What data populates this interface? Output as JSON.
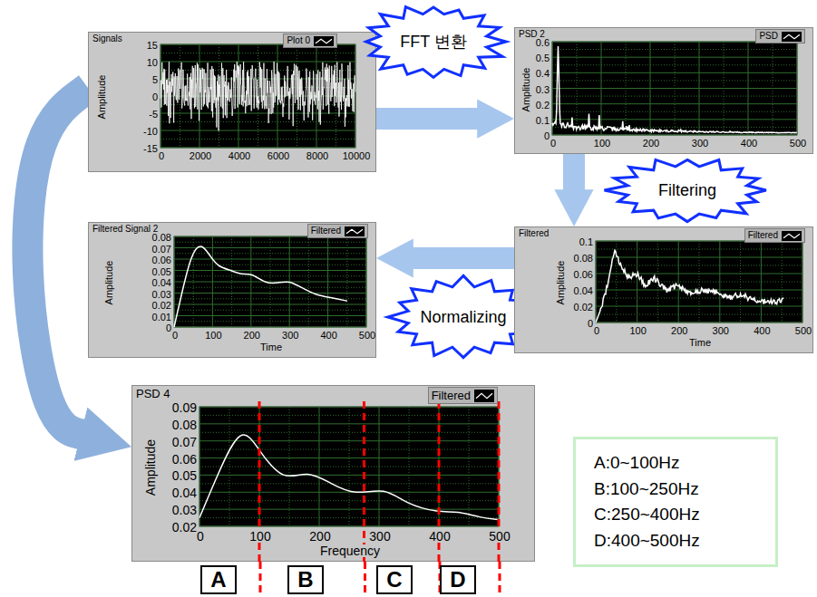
{
  "diagram": {
    "nodes": [
      {
        "text": [
          "Signals",
          "Plot 0",
          "Amplitude",
          "15",
          "10",
          "5",
          "0",
          "-5",
          "-10",
          "-15",
          "0",
          "2000",
          "4000",
          "6000",
          "8000",
          "10000"
        ]
      },
      {
        "text": [
          "FFT 변환"
        ]
      },
      {
        "text": [
          "PSD 2",
          "PSD",
          "Amplitude",
          "0.6",
          "0.5",
          "0.4",
          "0.3",
          "0.2",
          "0.1",
          "0",
          "0",
          "100",
          "200",
          "300",
          "400",
          "500"
        ]
      },
      {
        "text": [
          "Filtering"
        ]
      },
      {
        "text": [
          "Filtered Signal 2",
          "Filtered",
          "Amplitude",
          "0.08",
          "0.07",
          "0.06",
          "0.05",
          "0.04",
          "0.03",
          "0.02",
          "0.01",
          "0",
          "0",
          "100",
          "200",
          "300",
          "400",
          "500",
          "Time"
        ]
      },
      {
        "text": [
          "Normalizing"
        ]
      },
      {
        "text": [
          "Filtered",
          "Filtered",
          "Amplitude",
          "0.1",
          "0.08",
          "0.06",
          "0.04",
          "0.02",
          "0",
          "0",
          "100",
          "200",
          "300",
          "400",
          "500",
          "Time"
        ]
      },
      {
        "text": [
          "PSD 4",
          "Filtered",
          "Amplitude",
          "0.09",
          "0.08",
          "0.07",
          "0.06",
          "0.05",
          "0.04",
          "0.03",
          "0.02",
          "0",
          "100",
          "200",
          "300",
          "400",
          "500",
          "Frequency"
        ]
      },
      {
        "text": [
          "A:0~100Hz",
          "B:100~250Hz",
          "C:250~400Hz",
          "D:400~500Hz"
        ]
      },
      {
        "text": [
          "A"
        ]
      },
      {
        "text": [
          "B"
        ]
      },
      {
        "text": [
          "C"
        ]
      },
      {
        "text": [
          "D"
        ]
      }
    ],
    "edges": [
      {
        "from": 0,
        "to": 2,
        "arrow": "to"
      },
      {
        "from": 2,
        "to": 6,
        "arrow": "to"
      },
      {
        "from": 6,
        "to": 4,
        "arrow": "to"
      },
      {
        "from": 0,
        "to": 7,
        "arrow": "to"
      }
    ]
  }
}
